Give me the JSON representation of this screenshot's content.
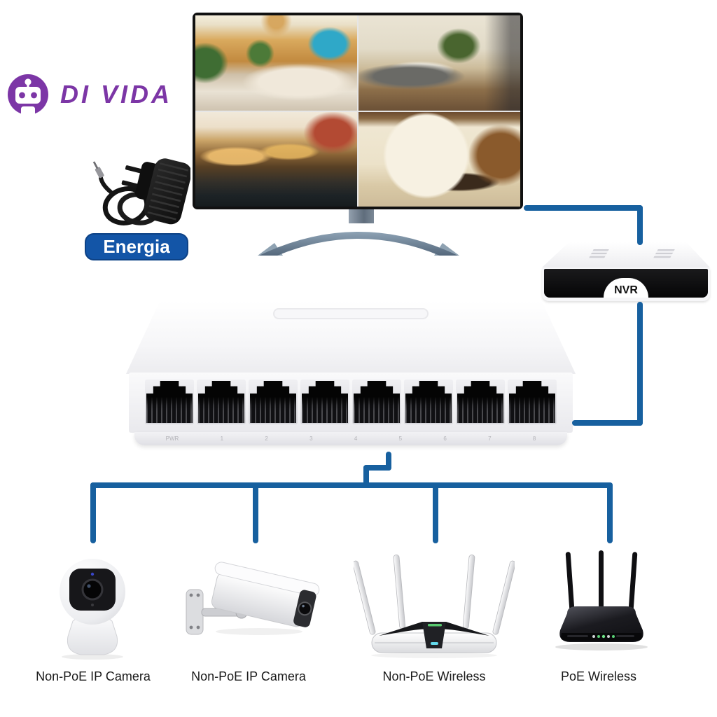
{
  "brand": {
    "name": "DI VIDA"
  },
  "power": {
    "label": "Energia"
  },
  "monitor": {
    "views": [
      {
        "name": "living-room-cam-view"
      },
      {
        "name": "patio-cam-view"
      },
      {
        "name": "house-exterior-night-cam-view"
      },
      {
        "name": "tea-room-cam-view"
      }
    ]
  },
  "nvr": {
    "label": "NVR"
  },
  "switch": {
    "ports": 8,
    "port_labels": [
      "PWR",
      "1",
      "2",
      "3",
      "4",
      "5",
      "6",
      "7",
      "8"
    ]
  },
  "devices": [
    {
      "label": "Non-PoE IP Camera",
      "type": "dome-ip-camera"
    },
    {
      "label": "Non-PoE IP Camera",
      "type": "bullet-ip-camera"
    },
    {
      "label": "Non-PoE Wireless",
      "type": "white-wireless-router"
    },
    {
      "label": "PoE Wireless",
      "type": "black-wireless-router"
    }
  ],
  "colors": {
    "accent_blue": "#17609f",
    "badge_blue": "#1355a7",
    "brand_purple": "#7c36a6"
  }
}
